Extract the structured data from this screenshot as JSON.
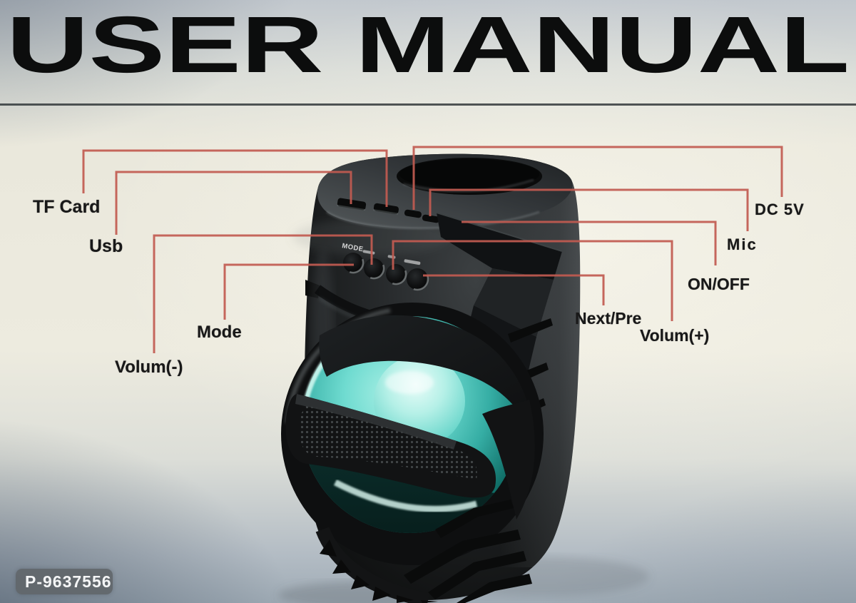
{
  "title": "USER MANUAL",
  "product_code": "P-9637556",
  "colors": {
    "callout_line": "#c25b51",
    "label_text": "#181818",
    "teal_cone": "#5ed0c6",
    "speaker_body": "#141414",
    "background_cream": "#ece9dd"
  },
  "callouts": {
    "tf_card": "TF Card",
    "usb": "Usb",
    "mode": "Mode",
    "volum_minus": "Volum(-)",
    "dc_5v": "DC 5V",
    "mic": "Mic",
    "on_off": "ON/OFF",
    "next_pre": "Next/Pre",
    "volum_plus": "Volum(+)"
  },
  "speaker": {
    "mode_button_label": "MODE",
    "ports": [
      "usb-port",
      "tf-card-slot",
      "dc-5v-port",
      "mic-jack",
      "power-switch"
    ],
    "front_buttons": [
      "mode-button",
      "volume-down-button",
      "volume-up-button",
      "next-prev-button"
    ]
  }
}
